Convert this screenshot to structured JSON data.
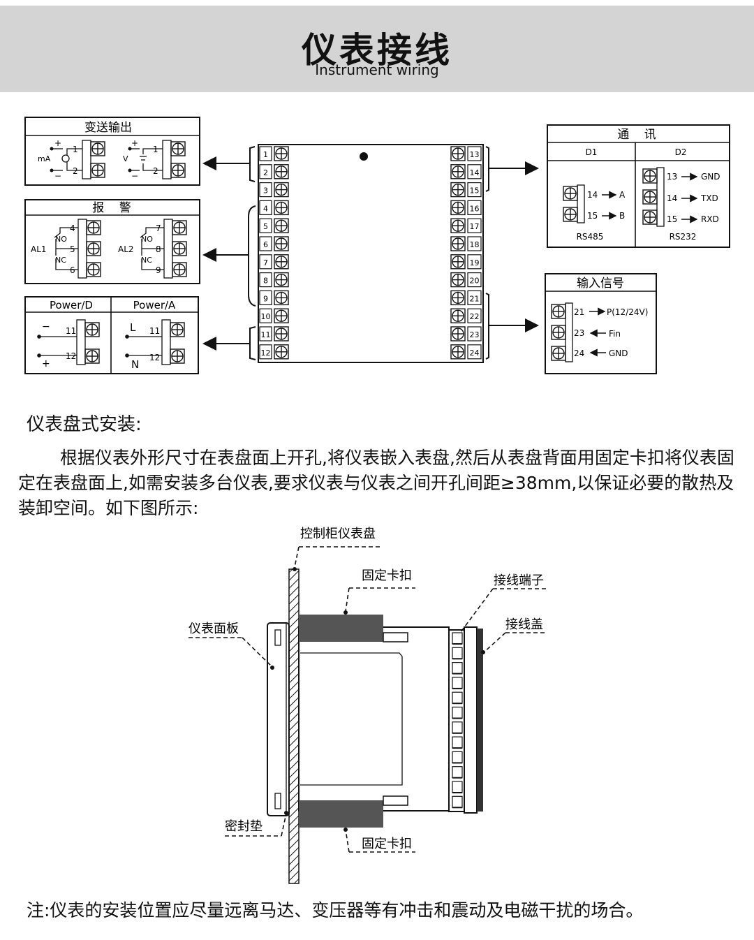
{
  "header": {
    "title": "仪表接线",
    "subtitle": "Instrument wiring"
  },
  "boxes": {
    "transmit": {
      "title": "变送输出",
      "ma": "mA",
      "v": "V",
      "plus": "+",
      "minus": "−",
      "t1": "1",
      "t2": "2"
    },
    "alarm": {
      "title": "报    警",
      "al1": "AL1",
      "al2": "AL2",
      "no": "NO",
      "nc": "NC",
      "t": [
        "4",
        "5",
        "6",
        "7",
        "8",
        "9"
      ]
    },
    "power": {
      "d_title": "Power/D",
      "a_title": "Power/A",
      "minus": "−",
      "plus": "+",
      "l": "L",
      "n": "N",
      "t11": "11",
      "t12": "12"
    },
    "comm": {
      "title": "通    讯",
      "d1": "D1",
      "d2": "D2",
      "rs485": "RS485",
      "rs232": "RS232",
      "a": "A",
      "b": "B",
      "gnd": "GND",
      "txd": "TXD",
      "rxd": "RXD",
      "t13": "13",
      "t14": "14",
      "t15": "15"
    },
    "input": {
      "title": "输入信号",
      "t21": "21",
      "t23": "23",
      "t24": "24",
      "p": "P(12/24V)",
      "fin": "Fin",
      "gnd": "GND"
    }
  },
  "terminals": {
    "left": [
      "1",
      "2",
      "3",
      "4",
      "5",
      "6",
      "7",
      "8",
      "9",
      "10",
      "11",
      "12"
    ],
    "right": [
      "13",
      "14",
      "15",
      "16",
      "17",
      "18",
      "19",
      "20",
      "21",
      "22",
      "23",
      "24"
    ]
  },
  "install": {
    "section_title": "仪表盘式安装:",
    "paragraph": "根据仪表外形尺寸在表盘面上开孔,将仪表嵌入表盘,然后从表盘背面用固定卡扣将仪表固定在表盘面上,如需安装多台仪表,要求仪表与仪表之间开孔间距≥38mm,以保证必要的散热及装卸空间。如下图所示:",
    "labels": {
      "cabinet": "控制柜仪表盘",
      "clip_top": "固定卡扣",
      "terminal": "接线端子",
      "cover": "接线盖",
      "panel": "仪表面板",
      "gasket": "密封垫",
      "clip_bottom": "固定卡扣"
    }
  },
  "note": "注:仪表的安装位置应尽量远离马达、变压器等有冲击和震动及电磁干扰的场合。"
}
